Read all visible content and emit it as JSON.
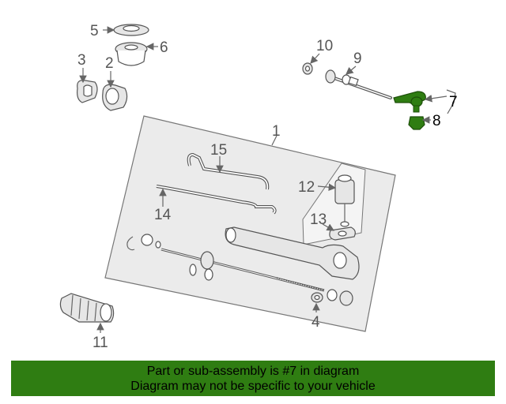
{
  "diagram": {
    "callouts": [
      "1",
      "2",
      "3",
      "4",
      "5",
      "6",
      "7",
      "8",
      "9",
      "10",
      "11",
      "12",
      "13",
      "14",
      "15"
    ],
    "highlight_color": "#2f7d12"
  },
  "banner": {
    "line1": "Part or sub-assembly is #7 in diagram",
    "line2": "Diagram may not be specific to your vehicle",
    "color": "#2f7d12"
  }
}
